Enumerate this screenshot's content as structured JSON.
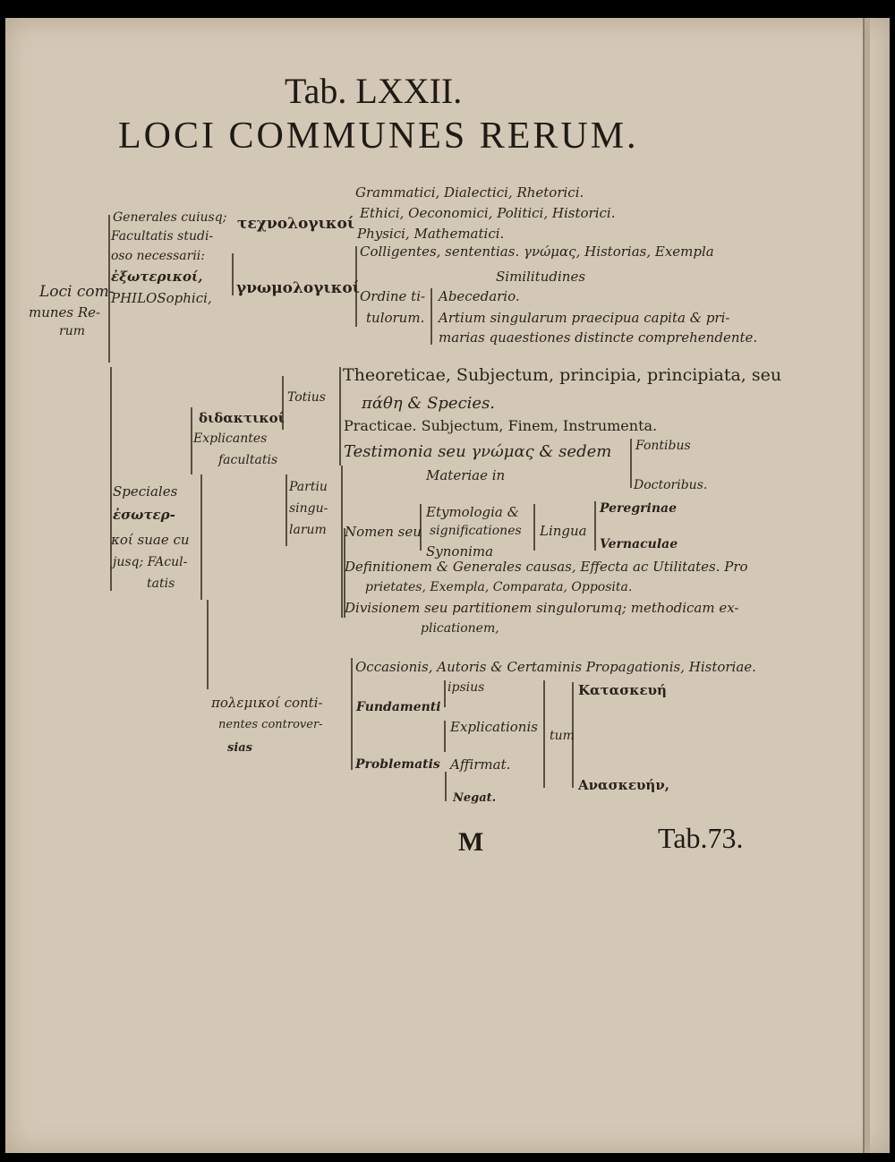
{
  "header": {
    "tab_title": "Tab. LXXII.",
    "main_title": "LOCI COMMUNES RERUM."
  },
  "root": {
    "line1": "Loci com-",
    "line2": "munes Re-",
    "line3": "rum"
  },
  "generales": {
    "line1": "Generales cuiusq;",
    "line2": "Facultatis studi-",
    "line3": "oso necessarii:",
    "line4": "ἐξωτερικοί,",
    "line5": "PHILOSophici,"
  },
  "technologici": {
    "label": "τεχνολογικοί",
    "items": [
      "Grammatici, Dialectici, Rhetorici.",
      "Ethici, Oeconomici, Politici, Historici.",
      "Physici, Mathematici."
    ]
  },
  "gnomologici": {
    "label": "γνωμολογικοί",
    "colligentes": "Colligentes,  sententias. γνώμας, Historias, Exempla",
    "similitudines": "Similitudines",
    "ordine1": "Ordine ti-",
    "ordine2": "tulorum.",
    "abecedario": "Abecedario.",
    "artium1": "Artium singularum praecipua capita & pri-",
    "artium2": "marias quaestiones distincte comprehendente."
  },
  "speciales": {
    "line1": "Speciales",
    "line2": "ἐσωτερ-",
    "line3": "κοί suae cu",
    "line4": "jusq; FAcul-",
    "line5": "tatis"
  },
  "didactici": {
    "line1": "διδακτικοί",
    "line2": "Explicantes",
    "line3": "facultatis",
    "totius": "Totius",
    "theoreticae1": "Theoreticae, Subjectum, principia, principiata, seu",
    "theoreticae2": "πάθη & Species.",
    "practicae": "Practicae. Subjectum, Finem, Instrumenta.",
    "testimonia": "Testimonia seu γνώμας & sedem",
    "materiae": "Materiae in",
    "fontibus": "Fontibus",
    "doctoribus": "Doctoribus.",
    "partium1": "Partiu",
    "partium2": "singu-",
    "partium3": "larum",
    "nomen": "Nomen seu",
    "etymologia": "Etymologia &",
    "significationes": "significationes",
    "synonima": "Synonima",
    "lingua": "Lingua",
    "peregrinae": "Peregrinae",
    "vernaculae": "Vernaculae",
    "definitionem1": "Definitionem & Generales causas, Effecta ac Utilitates. Pro",
    "definitionem2": "prietates, Exempla, Comparata, Opposita.",
    "divisionem1": "Divisionem seu partitionem singulorumq; methodicam ex-",
    "divisionem2": "plicationem,"
  },
  "polemici": {
    "line1": "πολεμικοί conti-",
    "line2": "nentes controver-",
    "line3": "sias",
    "occasionis": "Occasionis, Autoris & Certaminis Propagationis, Historiae.",
    "kataskeue": "Κατασκευή",
    "fundamenti": "Fundamenti",
    "ipsius": "ipsius",
    "explicationis": "Explicationis",
    "tum": "tum",
    "problematis": "Problematis",
    "affirmat": "Affirmat.",
    "negat": "Negat.",
    "anaskeuen": "Ανασκευήν,"
  },
  "footer": {
    "signature": "M",
    "catchword": "Tab.73."
  }
}
